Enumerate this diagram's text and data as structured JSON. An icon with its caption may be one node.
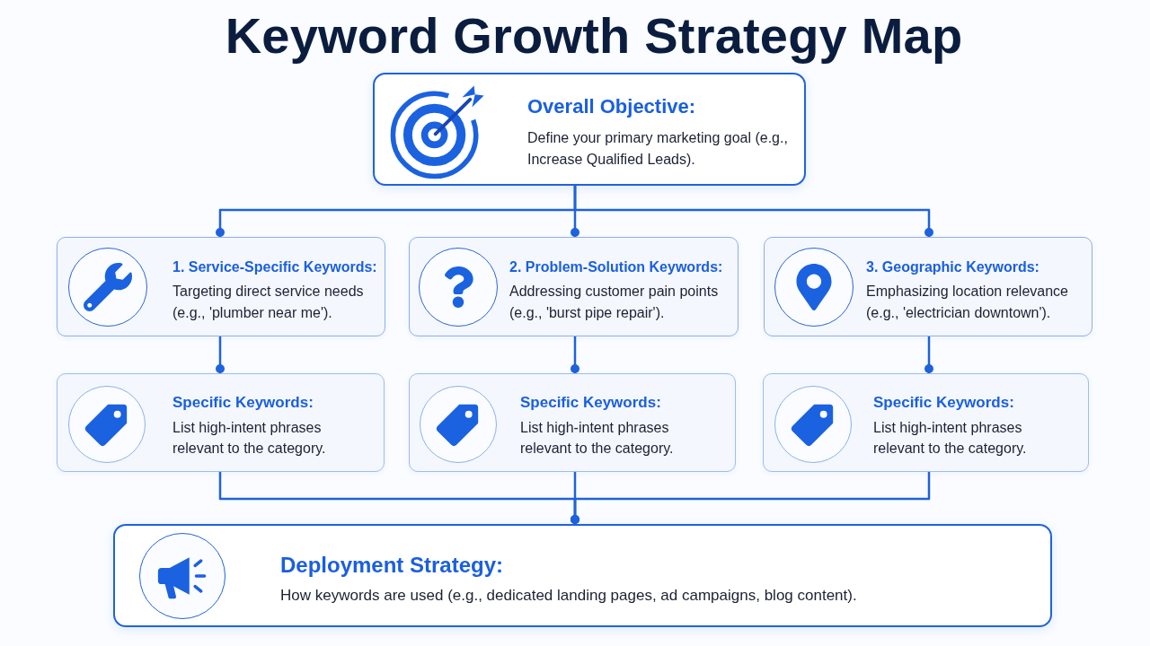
{
  "diagram": {
    "title": "Keyword Growth Strategy Map",
    "nodes": [
      {
        "text": [
          "Overall Objective:",
          "Define your primary marketing goal (e.g., Increase Qualified Leads)."
        ]
      },
      {
        "text": [
          "1. Service-Specific Keywords:",
          "Targeting direct service needs (e.g., 'plumber near me')."
        ]
      },
      {
        "text": [
          "2. Problem-Solution Keywords:",
          "Addressing customer pain points (e.g., 'burst pipe repair')."
        ]
      },
      {
        "text": [
          "3. Geographic Keywords:",
          "Emphasizing location relevance (e.g., 'electrician downtown')."
        ]
      },
      {
        "text": [
          "Specific Keywords:",
          "List high-intent phrases relevant to the category."
        ]
      },
      {
        "text": [
          "Specific Keywords:",
          "List high-intent phrases relevant to the category."
        ]
      },
      {
        "text": [
          "Specific Keywords:",
          "List high-intent phrases relevant to the category."
        ]
      },
      {
        "text": [
          "Deployment Strategy:",
          "How keywords are used (e.g., dedicated landing pages, ad campaigns, blog content)."
        ]
      }
    ],
    "edges": [
      {
        "from": 0,
        "to": 1,
        "arrow": "other"
      },
      {
        "from": 0,
        "to": 2,
        "arrow": "other"
      },
      {
        "from": 0,
        "to": 3,
        "arrow": "other"
      },
      {
        "from": 1,
        "to": 4,
        "arrow": "other"
      },
      {
        "from": 2,
        "to": 5,
        "arrow": "other"
      },
      {
        "from": 3,
        "to": 6,
        "arrow": "other"
      },
      {
        "from": 4,
        "to": 7,
        "arrow": "other"
      },
      {
        "from": 5,
        "to": 7,
        "arrow": "other"
      },
      {
        "from": 6,
        "to": 7,
        "arrow": "other"
      }
    ]
  }
}
